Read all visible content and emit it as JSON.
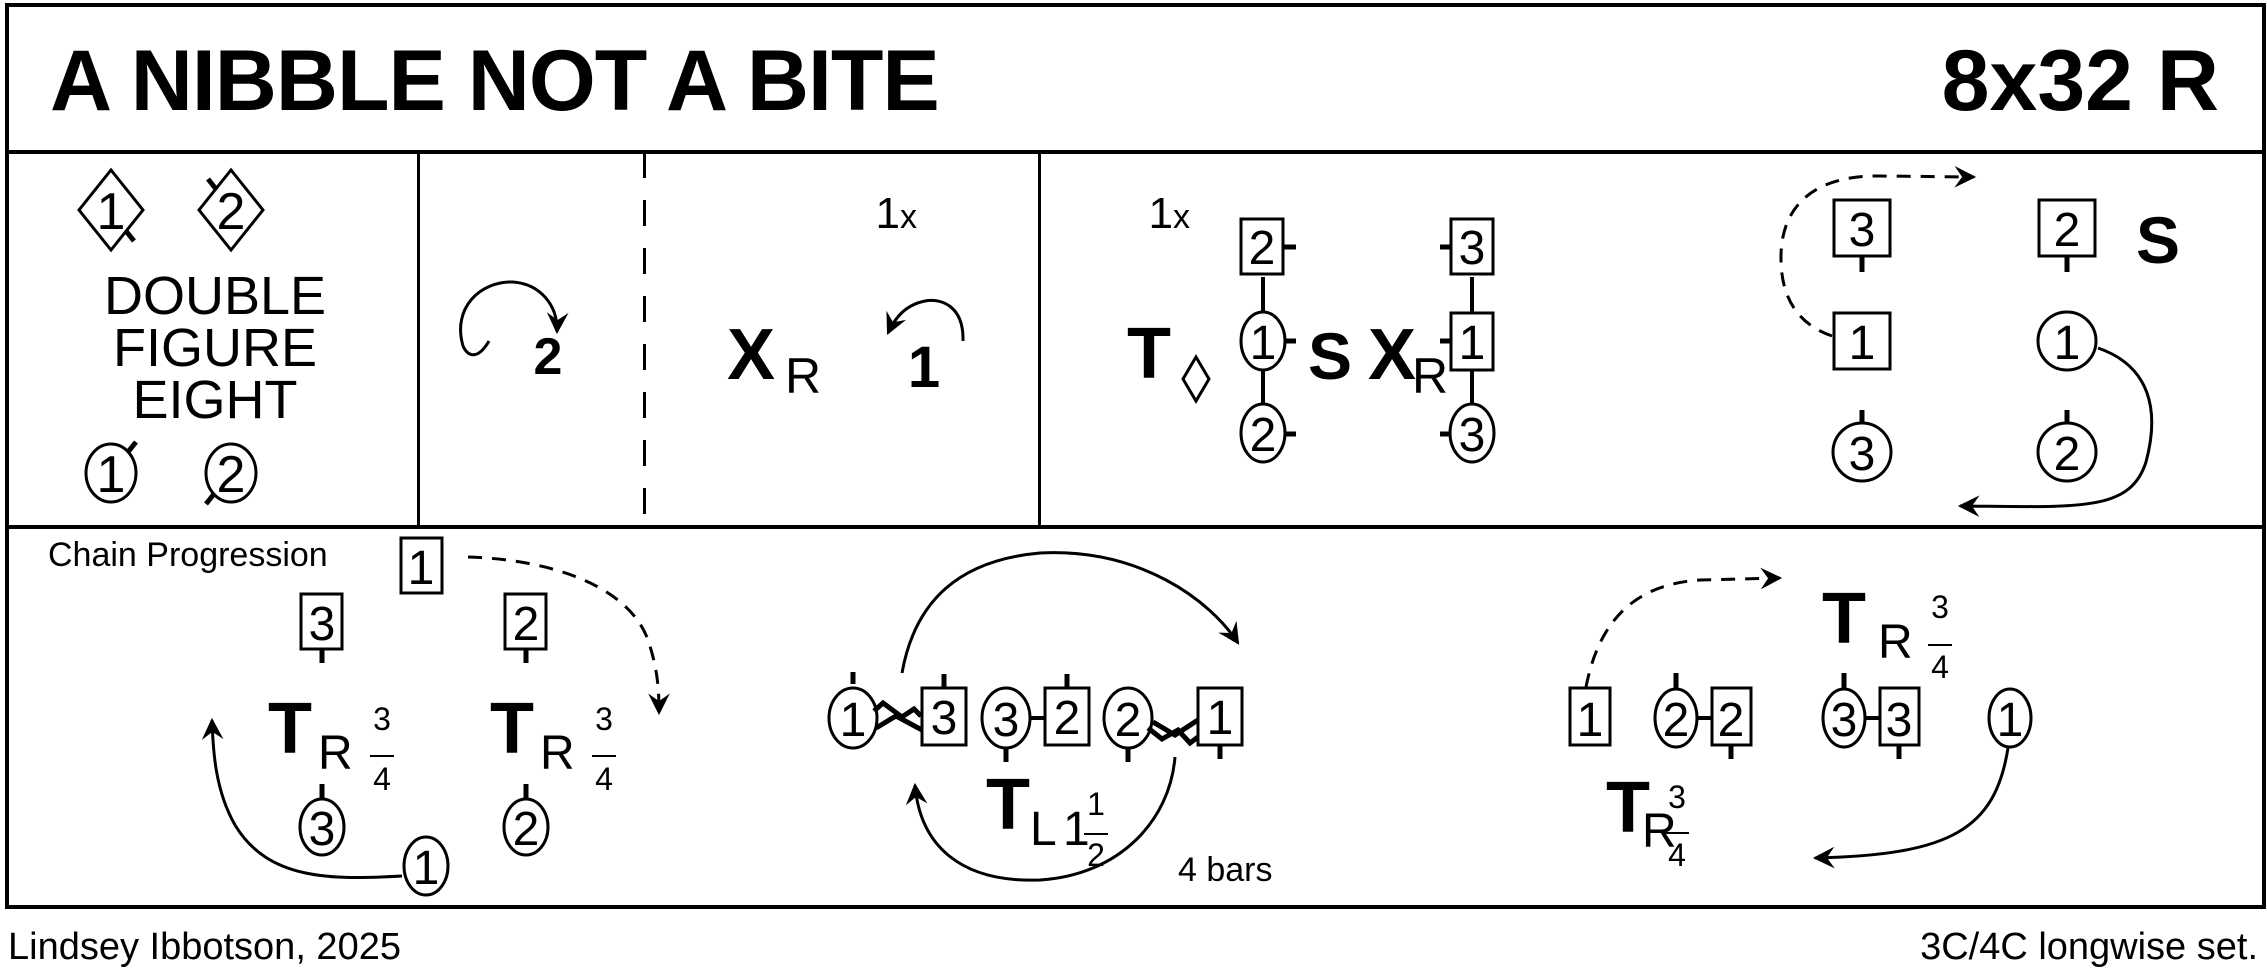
{
  "header": {
    "title": "A NIBBLE NOT A BITE",
    "format": "8x32 R"
  },
  "footer": {
    "author": "Lindsey Ibbotson, 2025",
    "set": "3C/4C longwise set."
  },
  "middle_row": {
    "panel1": {
      "figure_label_lines": [
        "DOUBLE",
        "FIGURE",
        "EIGHT"
      ],
      "dancers_top": [
        {
          "shape": "diamond",
          "num": "1"
        },
        {
          "shape": "diamond",
          "num": "2"
        }
      ],
      "dancers_bottom": [
        {
          "shape": "circle",
          "num": "1"
        },
        {
          "shape": "circle",
          "num": "2"
        }
      ]
    },
    "panel2": {
      "turn_label": "2",
      "turn_direction": "clockwise-arrow"
    },
    "panel3": {
      "repeat": "1",
      "repeat_suffix": "x",
      "cross_label": "X",
      "cross_hand": "R",
      "cast_label": "1"
    },
    "panel4": {
      "repeat": "1",
      "repeat_suffix": "x",
      "turn_label": "T",
      "turn_symbol": "◇",
      "set_label": "S",
      "cross_label": "X",
      "cross_hand": "R",
      "left_column": [
        {
          "shape": "square",
          "num": "2"
        },
        {
          "shape": "circle",
          "num": "1"
        },
        {
          "shape": "circle",
          "num": "2"
        }
      ],
      "right_column": [
        {
          "shape": "square",
          "num": "3"
        },
        {
          "shape": "square",
          "num": "1"
        },
        {
          "shape": "circle",
          "num": "3"
        }
      ]
    },
    "panel5": {
      "set_label": "S",
      "left_column": [
        {
          "shape": "square",
          "num": "3"
        },
        {
          "shape": "square",
          "num": "1"
        },
        {
          "shape": "circle",
          "num": "3"
        }
      ],
      "right_column": [
        {
          "shape": "square",
          "num": "2"
        },
        {
          "shape": "circle",
          "num": "1"
        },
        {
          "shape": "circle",
          "num": "2"
        }
      ]
    }
  },
  "bottom_row": {
    "chain_progression": {
      "caption": "Chain Progression",
      "top_dancer": {
        "shape": "square",
        "num": "1"
      },
      "turn_left": {
        "label": "T",
        "hand": "R",
        "frac_num": "3",
        "frac_den": "4"
      },
      "turn_right": {
        "label": "T",
        "hand": "R",
        "frac_num": "3",
        "frac_den": "4"
      },
      "dancers": [
        {
          "shape": "square",
          "num": "3"
        },
        {
          "shape": "square",
          "num": "2"
        },
        {
          "shape": "circle",
          "num": "3"
        },
        {
          "shape": "circle",
          "num": "2"
        },
        {
          "shape": "circle",
          "num": "1"
        }
      ]
    },
    "center": {
      "line": [
        {
          "shape": "circle",
          "num": "1"
        },
        {
          "shape": "square",
          "num": "3"
        },
        {
          "shape": "circle",
          "num": "3"
        },
        {
          "shape": "square",
          "num": "2"
        },
        {
          "shape": "circle",
          "num": "2"
        },
        {
          "shape": "square",
          "num": "1"
        }
      ],
      "turn": {
        "label": "T",
        "hand": "L",
        "whole": "1",
        "frac_num": "1",
        "frac_den": "2"
      },
      "bars": "4 bars"
    },
    "right": {
      "line": [
        {
          "shape": "square",
          "num": "1"
        },
        {
          "shape": "circle",
          "num": "2"
        },
        {
          "shape": "square",
          "num": "2"
        },
        {
          "shape": "circle",
          "num": "3"
        },
        {
          "shape": "square",
          "num": "3"
        },
        {
          "shape": "circle",
          "num": "1"
        }
      ],
      "turn_top": {
        "label": "T",
        "hand": "R",
        "frac_num": "3",
        "frac_den": "4"
      },
      "turn_bottom": {
        "label": "T",
        "hand": "R",
        "frac_num": "3",
        "frac_den": "4"
      }
    }
  }
}
